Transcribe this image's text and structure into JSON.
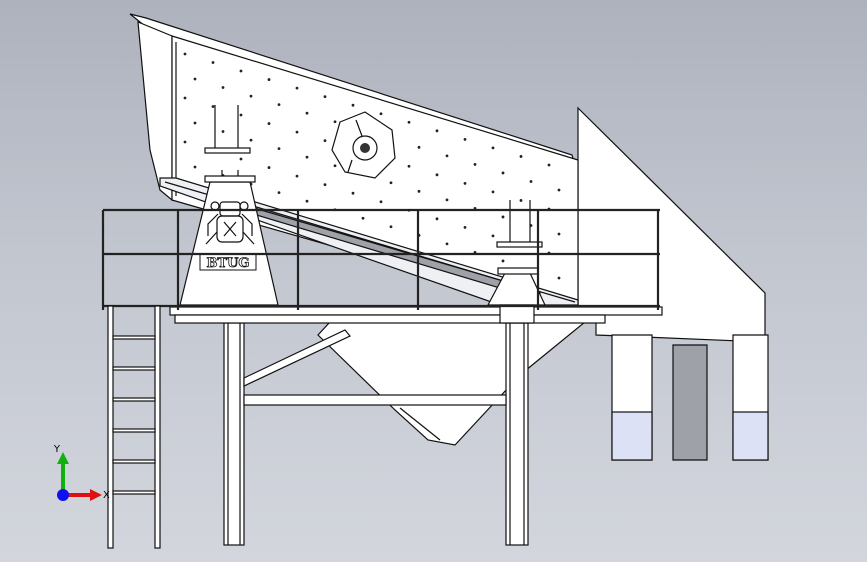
{
  "logo": {
    "text": "BTUG"
  },
  "triad": {
    "x_label": "X",
    "y_label": "Y",
    "colors": {
      "x": "#e01010",
      "y": "#10b010",
      "z": "#1010ee"
    }
  }
}
